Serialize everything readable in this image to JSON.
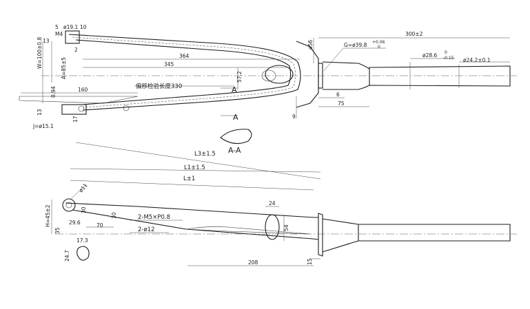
{
  "top_view": {
    "dims": {
      "d_19_1": "ø19.1",
      "d_10": "10",
      "d_5": "5",
      "d_m4": "M4",
      "d_13a": "13",
      "d_2": "2",
      "d_364": "364",
      "d_345": "345",
      "d_160": "160",
      "d_a": "A=85±5",
      "d_w": "W=100±0.8",
      "d_094": "0.94",
      "d_13b": "13",
      "d_j": "J=ø15.1",
      "d_17": "17",
      "d_57": "57.2",
      "d_56": "ø56",
      "d_300": "300±2",
      "d_g": "G=ø39.8",
      "d_g_tol_up": "+0.06",
      "d_g_tol_dn": "0",
      "d_286": "ø28.6",
      "d_286_tol_up": "0",
      "d_286_tol_dn": "-0.15",
      "d_242": "ø24.2±0.1",
      "d_6": "6",
      "d_75": "75",
      "d_9": "9",
      "length_note": "偏移检验长度330"
    },
    "section_marker_a": "A",
    "section_marker_b": "A"
  },
  "section_label": "A-A",
  "side_view": {
    "dims": {
      "l3": "L3±1.5",
      "l1": "L1±1.5",
      "l": "L±1",
      "d_11": "ø11",
      "h": "H=45±2",
      "d_35": "35",
      "d_30a": "30",
      "d_29": "29.6",
      "d_70": "70",
      "d_30b": "30",
      "m5": "2-M5×P0.8",
      "d_12": "2-ø12",
      "d_24": "24",
      "d_54": "54",
      "d_208": "208",
      "d_15": "15",
      "d_17_3": "17.3",
      "d_24_7": "24.7"
    }
  }
}
